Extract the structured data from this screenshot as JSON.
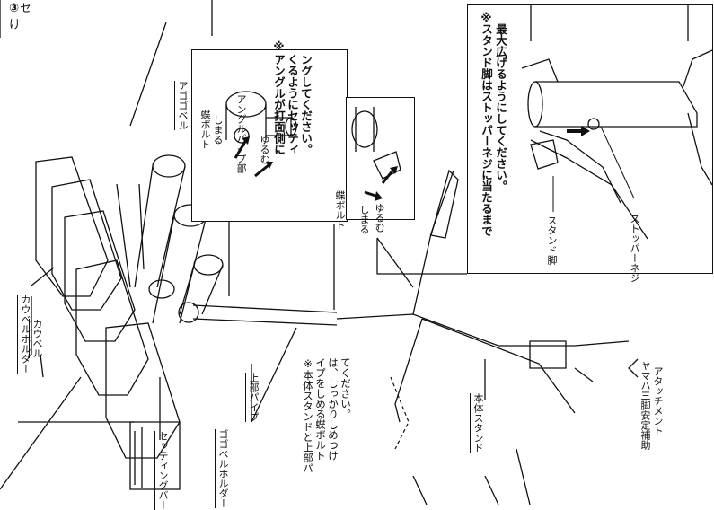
{
  "step": {
    "number": "③",
    "text_line1": "セ",
    "text_line2": "け"
  },
  "labels": {
    "agogo_bell": "アゴゴベル",
    "angle_pipe_part": "アングルパイプ部",
    "shimaru_1": "しまる",
    "butterfly_bolt_1": "蝶ボルト",
    "yurumu_1": "ゆるむ",
    "angle_note_mark": "※",
    "angle_note_l1": "アングルが打面側に",
    "angle_note_l2": "くるようにセッティ",
    "angle_note_l3": "ングしてください。",
    "butterfly_bolt_2": "蝶ボルト",
    "shimaru_2": "しまる",
    "yurumu_2": "ゆるむ",
    "cowbell_holder": "カウベルホルダー",
    "cowbell": "カウベル",
    "upper_pipe": "上部パイプ",
    "stand_note_l1": "※本体スタンドと上部パ",
    "stand_note_l2": "イプをしめる蝶ボルト",
    "stand_note_l3": "は、しっかりしめつけ",
    "stand_note_l4": "てください。",
    "main_stand": "本体スタンド",
    "tripod_l1": "ヤマハ三脚安定補助",
    "tripod_l2": "アタッチメント",
    "setting_bar": "セッティングバー",
    "gogo_bell_holder": "ゴゴベルホルダー",
    "inset_note_mark": "※",
    "inset_note_l1": "スタンド脚はストッパーネジに当たるまで",
    "inset_note_l2": "最大広げるようにしてください。",
    "stand_leg": "スタンド脚",
    "stopper_screw": "ストッパーネジ"
  },
  "icons": [
    "arrow-icon",
    "butterfly-bolt-icon",
    "stopper-screw-icon"
  ]
}
